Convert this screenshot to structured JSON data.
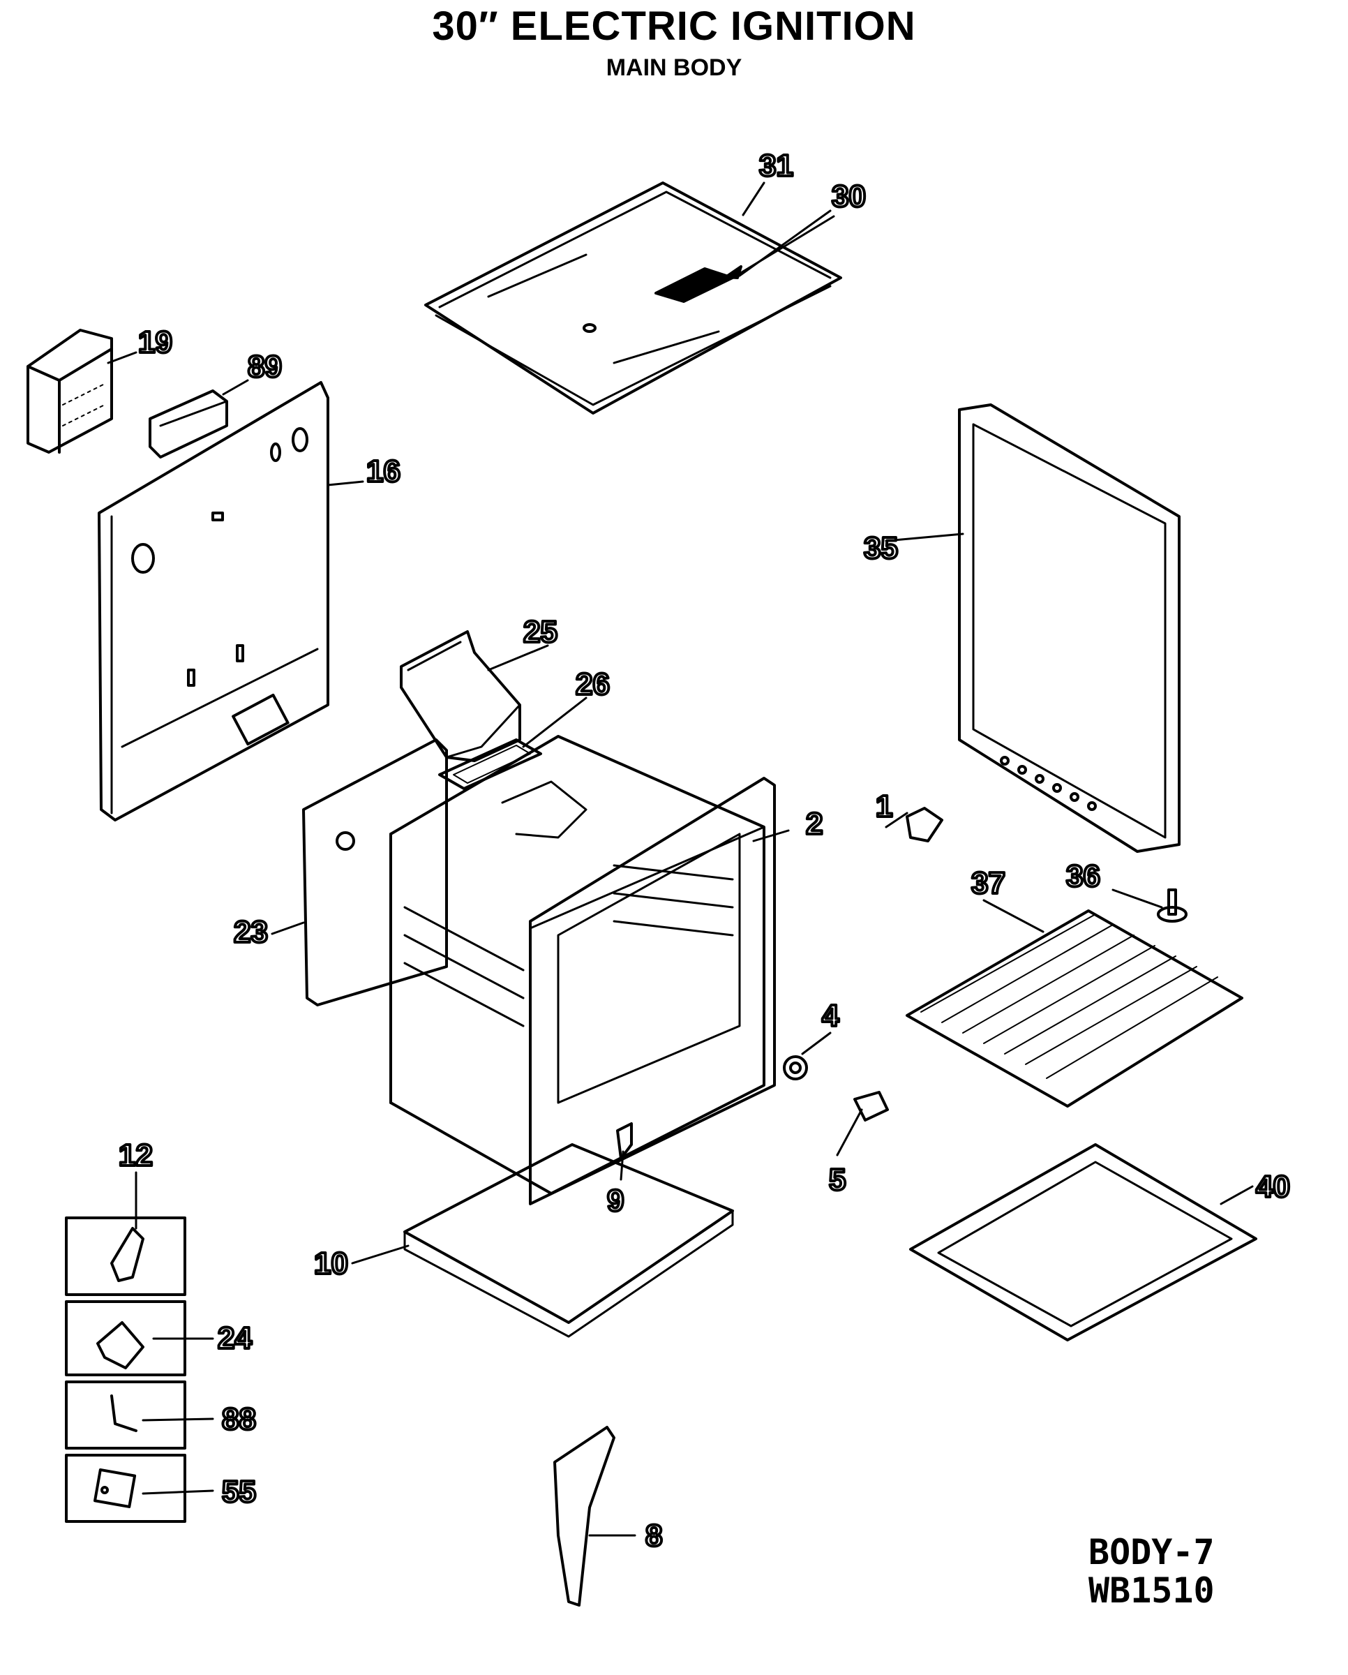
{
  "header": {
    "title": "30″ ELECTRIC IGNITION",
    "subtitle": "MAIN BODY"
  },
  "callouts": {
    "c1": "1",
    "c2": "2",
    "c4": "4",
    "c5": "5",
    "c8": "8",
    "c9": "9",
    "c10": "10",
    "c12": "12",
    "c16": "16",
    "c19": "19",
    "c23": "23",
    "c24": "24",
    "c25": "25",
    "c26": "26",
    "c30": "30",
    "c31": "31",
    "c35": "35",
    "c36": "36",
    "c37": "37",
    "c40": "40",
    "c55": "55",
    "c88": "88",
    "c89": "89"
  },
  "footer": {
    "code_line1": "BODY-7",
    "code_line2": "WB1510"
  }
}
